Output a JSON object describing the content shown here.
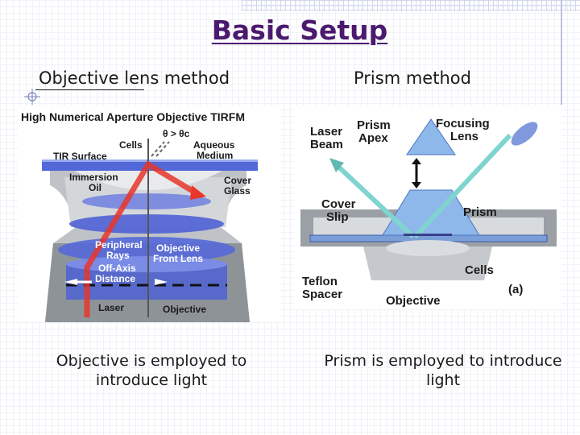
{
  "slide": {
    "title": "Basic Setup",
    "left_heading": "Objective lens method",
    "right_heading": "Prism method",
    "left_caption": "Objective is employed to introduce light",
    "right_caption": "Prism is employed to introduce light"
  },
  "left_diagram": {
    "header": "High Numerical Aperture Objective TIRFM",
    "angle_label": "θ > θc",
    "labels": {
      "cells": "Cells",
      "aqueous": "Aqueous",
      "medium": "Medium",
      "tir_surface": "TIR Surface",
      "immersion": "Immersion",
      "oil": "Oil",
      "cover": "Cover",
      "glass": "Glass",
      "peripheral": "Peripheral",
      "rays": "Rays",
      "objective_front": "Objective",
      "front_lens": "Front Lens",
      "off_axis": "Off-Axis",
      "distance": "Distance",
      "laser": "Laser",
      "objective": "Objective"
    }
  },
  "right_diagram": {
    "labels": {
      "laser": "Laser",
      "beam": "Beam",
      "prism_top": "Prism",
      "apex": "Apex",
      "focusing": "Focusing",
      "lens": "Lens",
      "cover": "Cover",
      "slip": "Slip",
      "prism": "Prism",
      "cells": "Cells",
      "teflon": "Teflon",
      "spacer": "Spacer",
      "objective": "Objective",
      "panel": "(a)"
    }
  },
  "colors": {
    "title": "#4b1a6e",
    "laser_red": "#e8362a",
    "lens_blue": "#4a63d6",
    "beam_cyan": "#7fd4d0",
    "prism_blue": "#8fb8ea"
  }
}
